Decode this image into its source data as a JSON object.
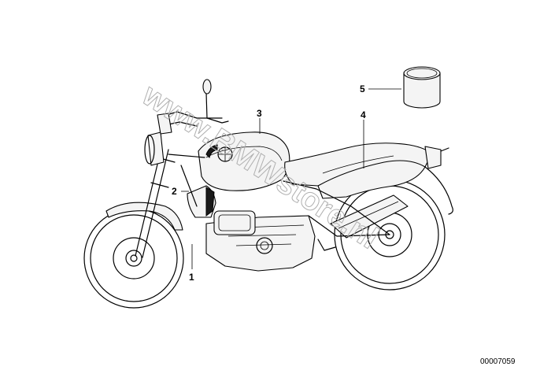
{
  "diagram": {
    "watermark": "www.BMWstore.nl",
    "reference_number": "00007059",
    "callouts": [
      {
        "id": "1",
        "label": "1"
      },
      {
        "id": "2",
        "label": "2"
      },
      {
        "id": "3",
        "label": "3"
      },
      {
        "id": "4",
        "label": "4"
      },
      {
        "id": "5",
        "label": "5"
      }
    ]
  }
}
